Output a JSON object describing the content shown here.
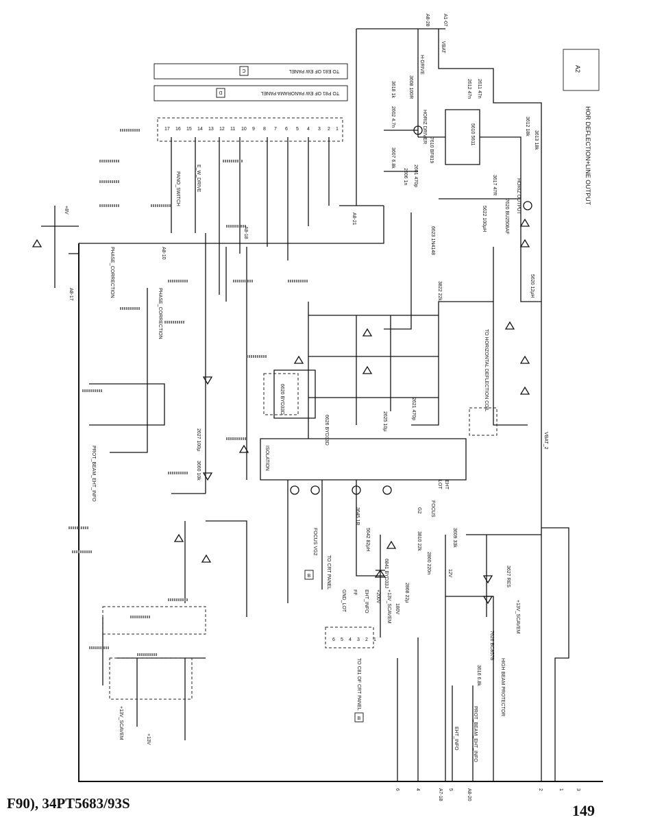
{
  "sheet": {
    "block_id": "A2",
    "title": "HOR DEFLECTION+LINE OUTPUT",
    "model": "F90), 34PT5683/93S",
    "page_number": "149"
  },
  "panels": {
    "ew": {
      "text": "TO E81 OF EW PANEL",
      "letter": "C"
    },
    "panorama": {
      "text": "TO P81 OF EW PANORAMA PANEL",
      "letter": "D"
    },
    "crt_g2": {
      "text": "TO CRT PANEL",
      "letter": "B"
    },
    "crt_c81": {
      "text": "TO C81 OF CRT PANEL",
      "letter": "B"
    }
  },
  "connector_pins": [
    "17",
    "16",
    "15",
    "14",
    "13",
    "12",
    "11",
    "10",
    "9",
    "8",
    "7",
    "6",
    "5",
    "4",
    "3",
    "2",
    "1"
  ],
  "crt_connector_pins": [
    "6",
    "5",
    "4",
    "3",
    "2",
    "1"
  ],
  "crt_connector_signals": [
    "GND_LOT",
    "FF",
    "EHT_INFO",
    "+200V",
    "+13V_SCAVEM"
  ],
  "bottom_pins": [
    "6",
    "4",
    "A7-18",
    "5",
    "A8-20",
    "2",
    "1",
    "3"
  ],
  "signals": {
    "a8_28": "A8-28",
    "a1_07": "A1-07",
    "h_drive": "H-DRIVE",
    "vbat": "VBAT",
    "vbat2": "VBAT_2",
    "horiz_driver": "HORIZ DRIVER",
    "horiz_output": "HORIZ OUTPUT",
    "deflection_coil": "TO HORIZONTAL DEFLECTION COIL",
    "focus_vg2": "FOCUS VG2",
    "high_beam": "HIGH BEAM PROTECTOR",
    "prot_beam": "PROT_BEAM_EHT_INFO",
    "eht_info": "EHT_INFO",
    "phase_corr": "PHASE_CORRECTION",
    "ew_drive": "E_W_DRIVE",
    "pano_switch": "PANO_SWITCH",
    "isolation": "ISOLATION",
    "lot": "LOT",
    "focus": "FOCUS",
    "g2": "G2",
    "eht": "EHT",
    "v12": "12V",
    "v13_scavem": "+13V_SCAVEM",
    "v13": "+13V",
    "v8": "+8V",
    "v200": "180V",
    "a8_21": "A8-21",
    "a8_18": "A8-18",
    "a8_10": "A8-10",
    "a8_17": "A8-17"
  },
  "components": [
    "3608 100R",
    "3618 1k",
    "2602 4.7n",
    "7610 BF819",
    "3607 6.8k",
    "2601 470p",
    "2606 1n",
    "2612 47n",
    "2611 47n",
    "5610 5611",
    "3612 18k",
    "3613 18k",
    "3617 47R",
    "7620 BU2508AF",
    "5622 100µH",
    "6623 1N4148",
    "3810 22k",
    "2860 220n",
    "6841 BYD33J",
    "2868 22µ",
    "7626 BC857B",
    "3616 6.8k",
    "3609 33k",
    "5620 12µH",
    "2621 470p",
    "2625 10µ",
    "6626 BYD33D",
    "3627 RES",
    "3822 22k",
    "6620 BYD33D",
    "2627 100µ",
    "3660 10k",
    "5642 82µH",
    "3645 1R"
  ]
}
